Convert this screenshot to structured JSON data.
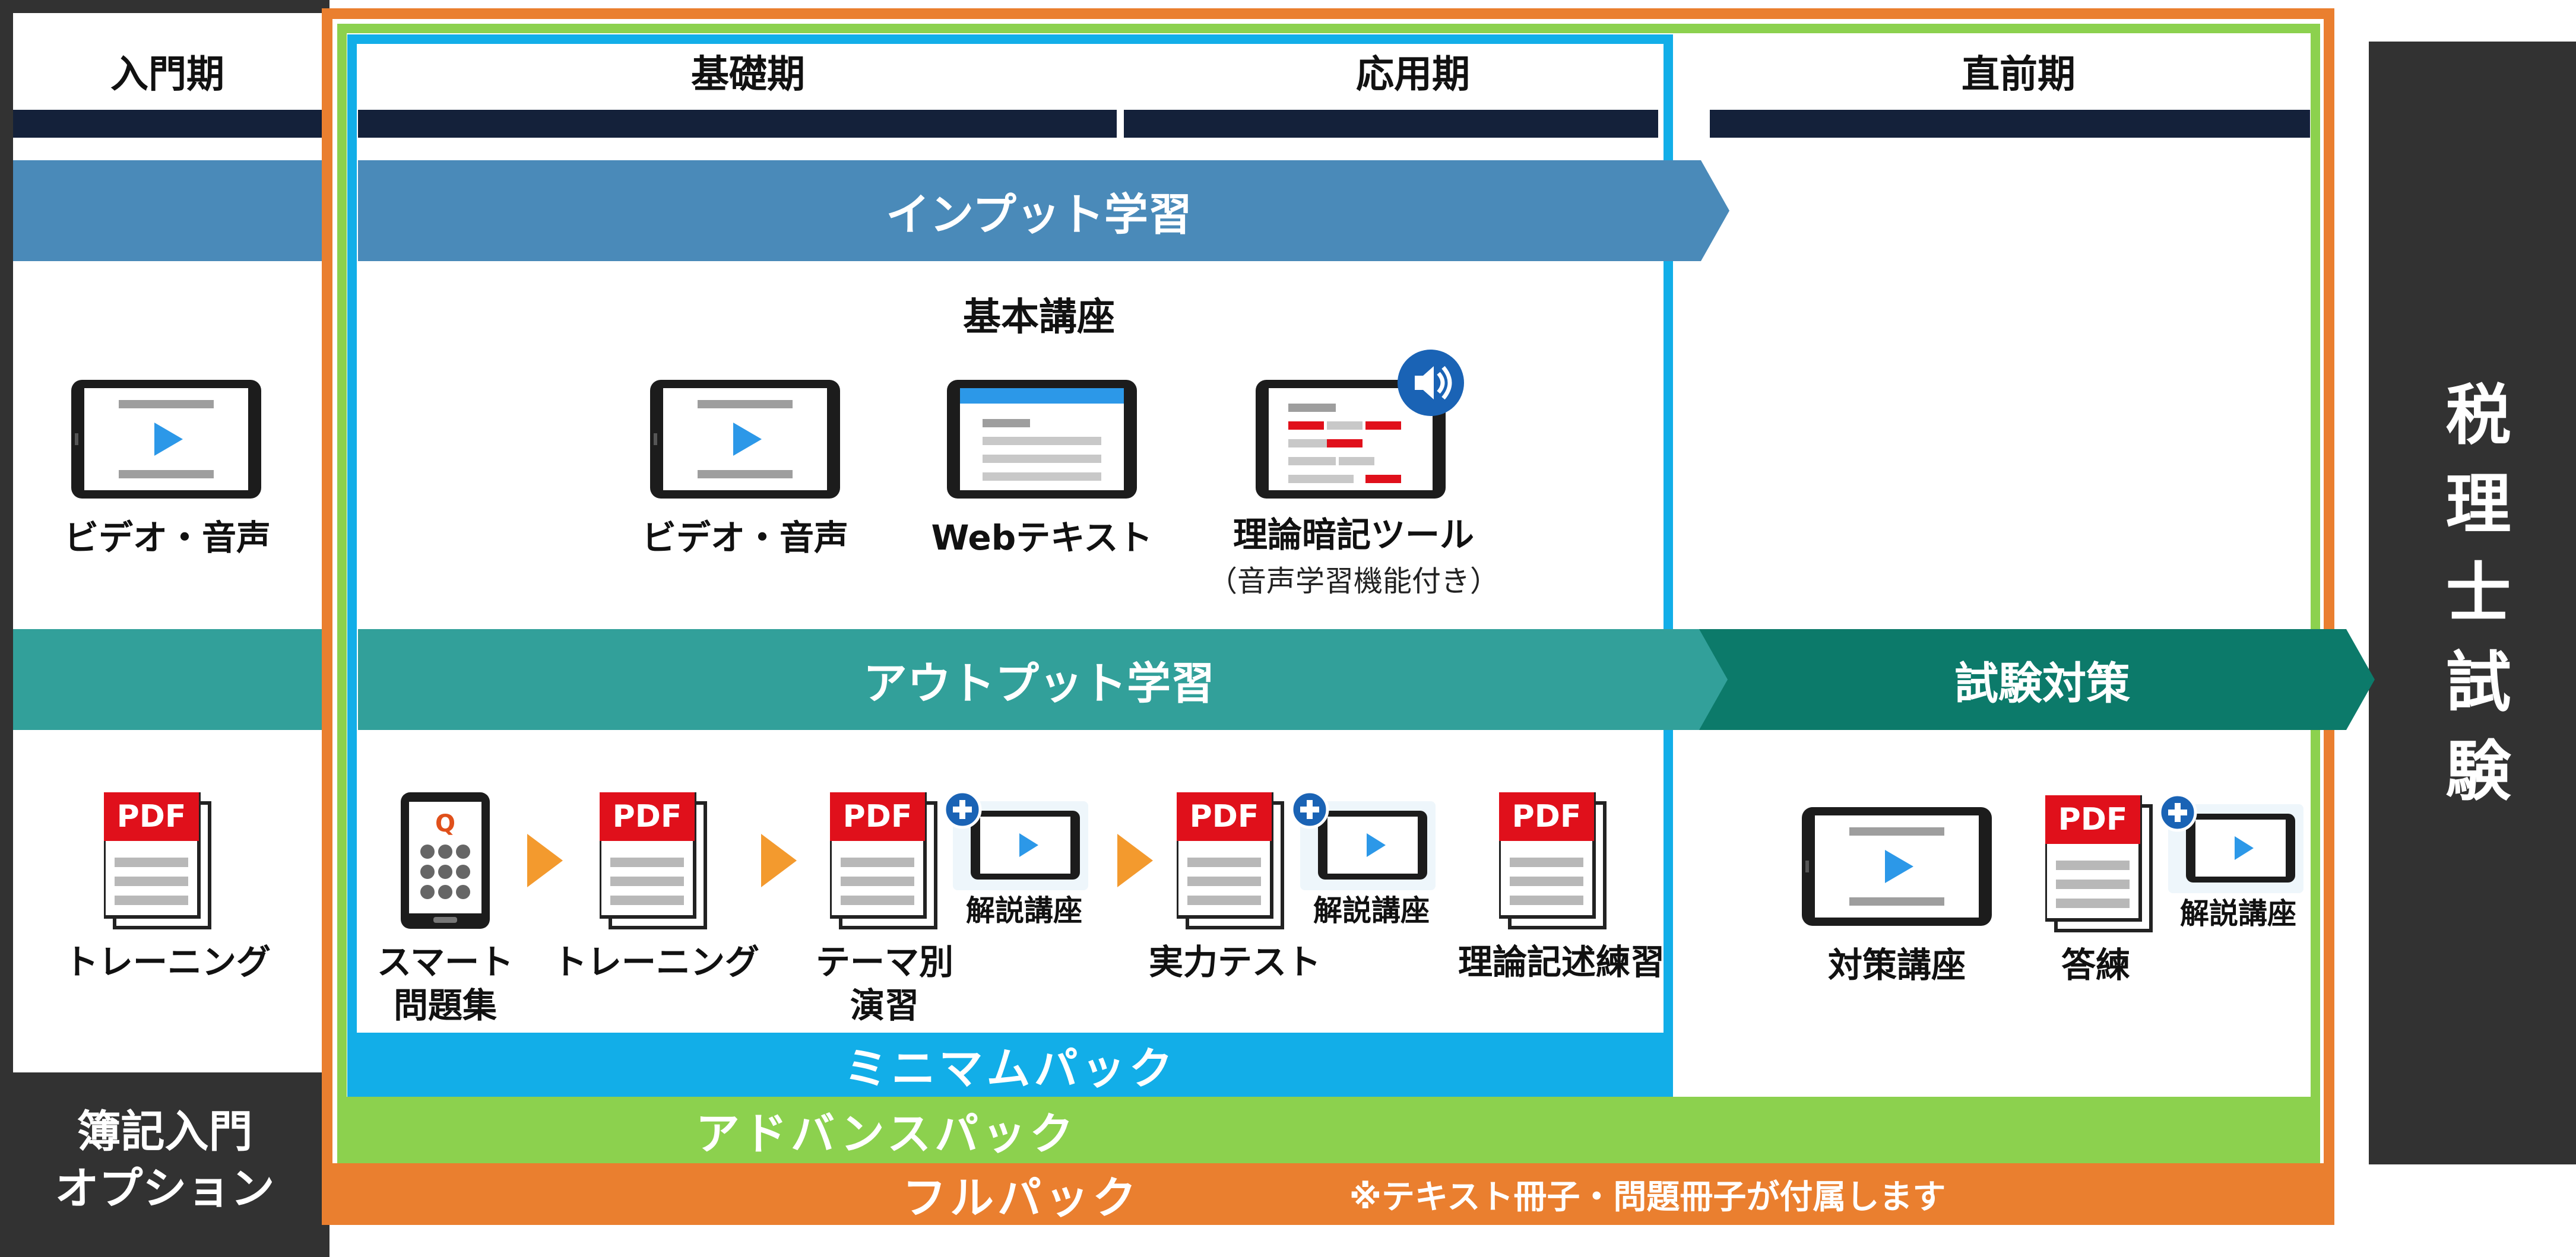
{
  "phases": {
    "intro": "入門期",
    "basic": "基礎期",
    "applied": "応用期",
    "final": "直前期"
  },
  "bands": {
    "input": "インプット学習",
    "output": "アウトプット学習",
    "exam_prep": "試験対策"
  },
  "intro_column": {
    "video_label": "ビデオ・音声",
    "training_label": "トレーニング",
    "option_title": "簿記入門\nオプション"
  },
  "input_section": {
    "heading": "基本講座",
    "items": [
      {
        "label": "ビデオ・音声",
        "icon": "video-tablet-icon"
      },
      {
        "label": "Webテキスト",
        "icon": "web-text-tablet-icon"
      },
      {
        "label": "理論暗記ツール",
        "sub": "（音声学習機能付き）",
        "icon": "theory-memorize-tool-icon"
      }
    ]
  },
  "output_section": {
    "items": [
      {
        "label": "スマート\n問題集",
        "icon": "smart-question-phone-icon"
      },
      {
        "label": "トレーニング",
        "icon": "pdf-icon"
      },
      {
        "label": "テーマ別\n演習",
        "icon": "pdf-icon",
        "extra": "解説講座"
      },
      {
        "label": "実力テスト",
        "icon": "pdf-icon",
        "extra": "解説講座"
      },
      {
        "label": "理論記述練習",
        "icon": "pdf-icon"
      }
    ]
  },
  "exam_prep_section": {
    "items": [
      {
        "label": "対策講座",
        "icon": "video-tablet-icon"
      },
      {
        "label": "答練",
        "icon": "pdf-icon",
        "extra": "解説講座"
      }
    ]
  },
  "icon_text": {
    "pdf": "PDF",
    "q": "Q"
  },
  "packs": {
    "minimum": "ミニマムパック",
    "advance": "アドバンスパック",
    "full": "フルパック",
    "full_note": "※テキスト冊子・問題冊子が付属します"
  },
  "exam_label": "税理士試験",
  "colors": {
    "dark": "#323232",
    "navy": "#14213a",
    "input_blue": "#4a8ab9",
    "output_teal": "#32a09a",
    "exam_prep_green": "#0c7a6a",
    "minimum_blue": "#12aee8",
    "advance_green": "#8cd14e",
    "full_orange": "#ea7f2f",
    "pdf_red": "#e0101b",
    "play_blue": "#2c98e8"
  }
}
